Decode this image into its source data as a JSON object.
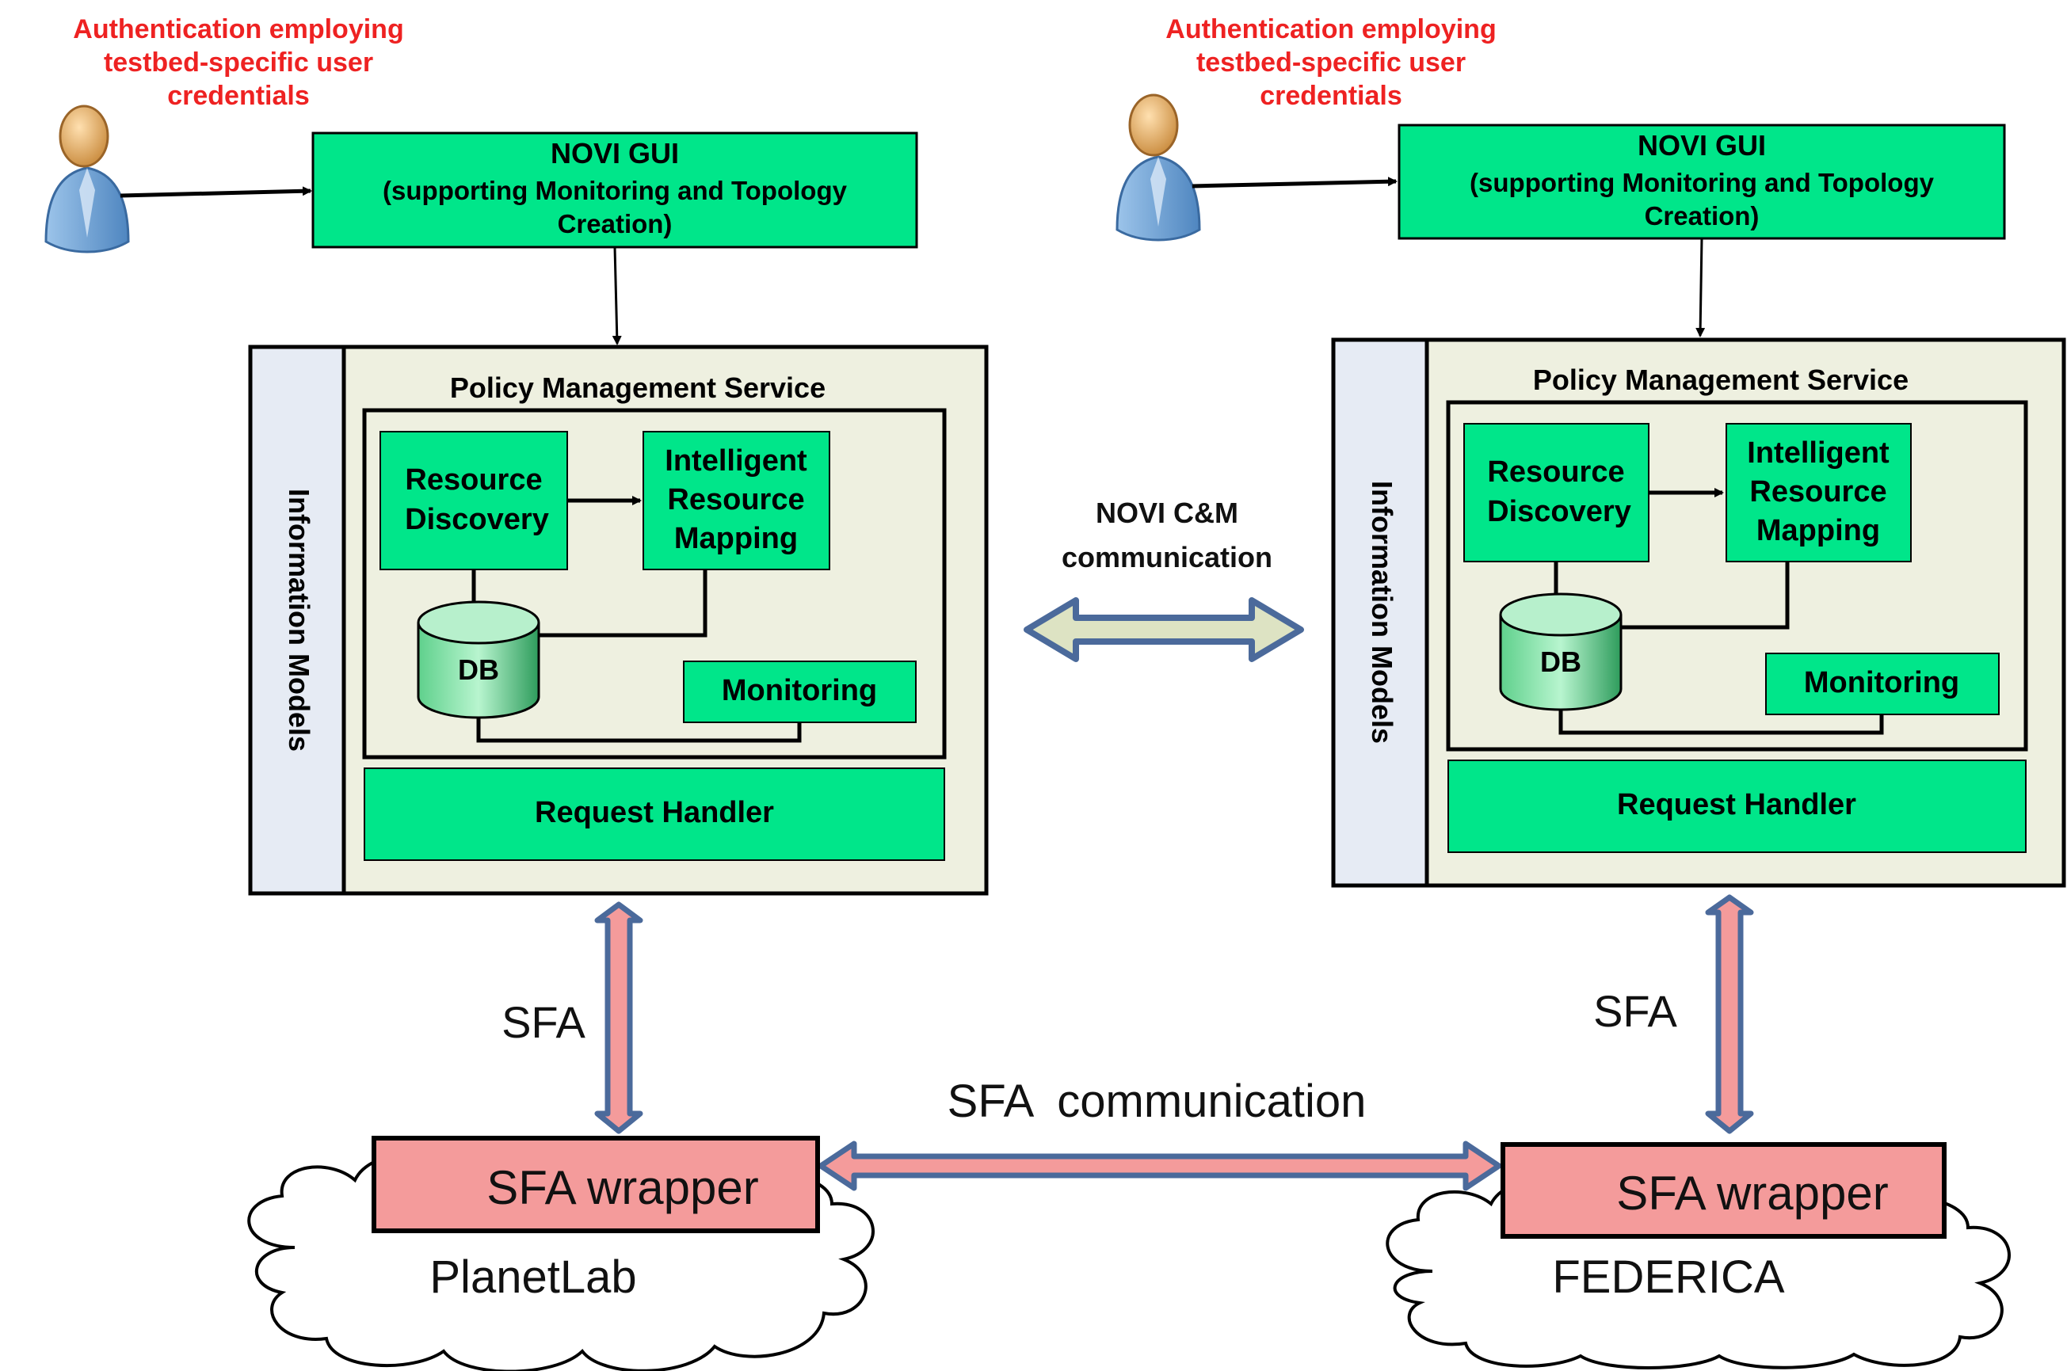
{
  "colors": {
    "box_green": "#00e68a",
    "panel_bg": "#eef0e0",
    "side_bar": "#e6ebf4",
    "auth_red": "#ee2222",
    "arrow_blue": "#4b6a9b",
    "sfa_pink": "#f49b9b",
    "c_and_m_fill": "#dde3c3"
  },
  "left": {
    "auth_note": [
      "Authentication employing",
      "testbed-specific user",
      "credentials"
    ],
    "gui": {
      "title": "NOVI GUI",
      "subtitle": [
        "(supporting Monitoring and Topology",
        "Creation)"
      ]
    },
    "info_models": "Information Models",
    "pms_title": "Policy Management Service",
    "resource_discovery": [
      "Resource",
      "Discovery"
    ],
    "irm": [
      "Intelligent",
      "Resource",
      "Mapping"
    ],
    "db": "DB",
    "monitoring": "Monitoring",
    "request_handler": "Request Handler",
    "sfa_label": "SFA",
    "wrapper": "SFA wrapper",
    "testbed": "PlanetLab"
  },
  "right": {
    "auth_note": [
      "Authentication employing",
      "testbed-specific user",
      "credentials"
    ],
    "gui": {
      "title": "NOVI GUI",
      "subtitle": [
        "(supporting Monitoring and Topology",
        "Creation)"
      ]
    },
    "info_models": "Information Models",
    "pms_title": "Policy Management Service",
    "resource_discovery": [
      "Resource",
      "Discovery"
    ],
    "irm": [
      "Intelligent",
      "Resource",
      "Mapping"
    ],
    "db": "DB",
    "monitoring": "Monitoring",
    "request_handler": "Request Handler",
    "sfa_label": "SFA",
    "wrapper": "SFA wrapper",
    "testbed": "FEDERICA"
  },
  "center": {
    "cm_label": [
      "NOVI C&M",
      "communication"
    ],
    "sfa_comm": "SFA  communication"
  }
}
